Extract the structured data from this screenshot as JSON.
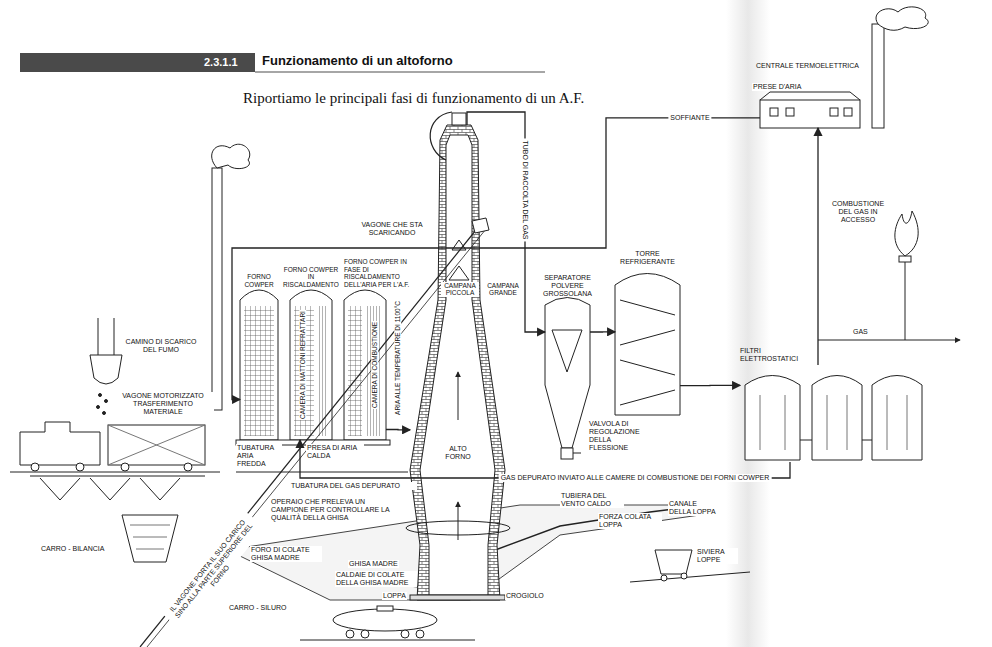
{
  "diagram": {
    "title": "Funzionamento di un altoforno",
    "nodes": [
      {
        "text": [
          "CENTRALE TERMOELETTRICA"
        ]
      },
      {
        "text": [
          "FORNO COWPER"
        ]
      },
      {
        "text": [
          "FORNO COWPER IN RISCALDAMENTO"
        ]
      },
      {
        "text": [
          "FORNO COWPER IN FASE DI RISCALDAMENTO DELL'ARIA PER L'A.F."
        ]
      },
      {
        "text": [
          "ALTO FORNO"
        ]
      },
      {
        "text": [
          "SEPARATORE POLVERE GROSSOLANA"
        ]
      },
      {
        "text": [
          "TORRE REFRIGERANTE"
        ]
      },
      {
        "text": [
          "FILTRI ELETTROSTATICI"
        ]
      }
    ],
    "edges": [
      {
        "from": 4,
        "to": 5,
        "arrow": "to",
        "label": "TUBO DI RACCOLTA DEL GAS"
      },
      {
        "from": 5,
        "to": 6,
        "arrow": "to"
      },
      {
        "from": 6,
        "to": 7,
        "arrow": "to"
      },
      {
        "from": 7,
        "to": 0,
        "arrow": "to"
      },
      {
        "from": 0,
        "to": 1,
        "arrow": "to",
        "label": "SOFFIANTE"
      },
      {
        "from": 3,
        "to": 4,
        "arrow": "to"
      },
      {
        "from": 7,
        "to": 2,
        "arrow": "to",
        "label": "GAS DEPURATO INVIATO ALLE CAMERE DI COMBUSTIONE DEI FORNI COWPER"
      }
    ],
    "labels": [
      "2.3.1.1",
      "Riportiamo le principali fasi di funzionamento di un A.F.",
      "PRESE D'ARIA",
      "COMBUSTIONE DEL GAS IN ACCESSO",
      "GAS",
      "VAGONE CHE STA SCARICANDO",
      "CAMINO DI SCARICO DEL FUMO",
      "VAGONE MOTORIZZATO TRASFERIMENTO MATERIALE",
      "CAMERA DI MATTONI REFRATTARI",
      "CAMERA DI COMBUSTIONE",
      "ARIA ALLE TEMPERATURE DI 1100°C",
      "CAMPANA PICCOLA",
      "CAMPANA GRANDE",
      "VALVOLA DI REGOLAZIONE DELLA FLESSIONE",
      "PRESA DI ARIA CALDA",
      "TUBATURA ARIA FREDDA",
      "TUBATURA DEL GAS DEPURATO",
      "TUBIERA DEL VENTO CALDO",
      "CANALE DELLA LOPPA",
      "FORZA COLATA LOPPA",
      "SIVIERA LOPPE",
      "OPERAIO CHE PRELEVA UN CAMPIONE PER CONTROLLARE LA QUALITÀ DELLA GHISA",
      "FORO DI COLATE GHISA MADRE",
      "GHISA MADRE",
      "CALDAIE DI COLATE DELLA GHISA MADRE",
      "LOPPA",
      "CROGIOLO",
      "CARRO - SILURO",
      "CARRO - BILANCIA",
      "IL VAGONE PORTA IL SUO CARICO SINO ALLA PARTE SUPERIORE DEL FORNO"
    ]
  }
}
